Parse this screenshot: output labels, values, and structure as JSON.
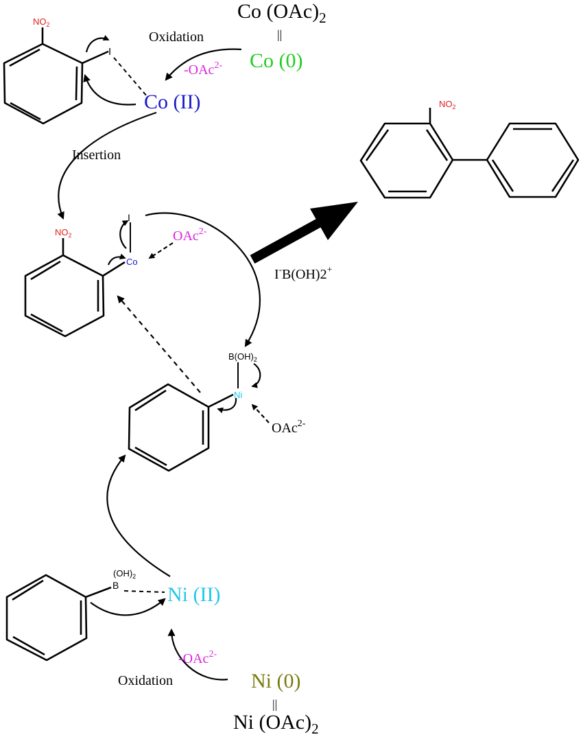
{
  "colors": {
    "black": "#000000",
    "nitro": "#e0201c",
    "co_ii": "#1a1acc",
    "co_zero": "#22cc22",
    "oac": "#dd22dd",
    "ni": "#22c8e8",
    "ni_zero": "#7a7a10"
  },
  "cobalt_cycle": {
    "precursor": {
      "name": "Co (OAc)",
      "sub": "2"
    },
    "equals_sign": "||",
    "co_zero": "Co (0)",
    "oxidation_label": "Oxidation",
    "oac_loss": {
      "text": "-OAc",
      "sup": "2-"
    },
    "co_ii": "Co (II)",
    "insertion_label": "Insertion",
    "aryl_iodide": {
      "nitro": {
        "text": "NO",
        "sub": "2"
      },
      "iodine": "I"
    },
    "aryl_cobalt": {
      "nitro": {
        "text": "NO",
        "sub": "2"
      },
      "iodine": "I",
      "metal": "Co",
      "oac": {
        "text": "OAc",
        "sup": "2-"
      }
    }
  },
  "nickel_cycle": {
    "precursor": {
      "name": "Ni (OAc)",
      "sub": "2"
    },
    "equals_sign": "||",
    "ni_zero": "Ni (0)",
    "oxidation_label": "Oxidation",
    "oac_loss": {
      "text": "-OAc",
      "sup": "2-"
    },
    "ni_ii": "Ni (II)",
    "phenylboronic": {
      "boronic": "B",
      "oh": "(OH)",
      "sub": "2"
    },
    "aryl_nickel": {
      "boronic": {
        "text": "B(OH)",
        "sub": "2"
      },
      "metal": "Ni",
      "oac": {
        "text": "OAc",
        "sup": "2-"
      }
    }
  },
  "product": {
    "nitro": {
      "text": "NO",
      "sub": "2"
    },
    "byproduct": {
      "pre": "I",
      "pre_sup": "-",
      "text": "B(OH)2",
      "sup": "+"
    }
  }
}
